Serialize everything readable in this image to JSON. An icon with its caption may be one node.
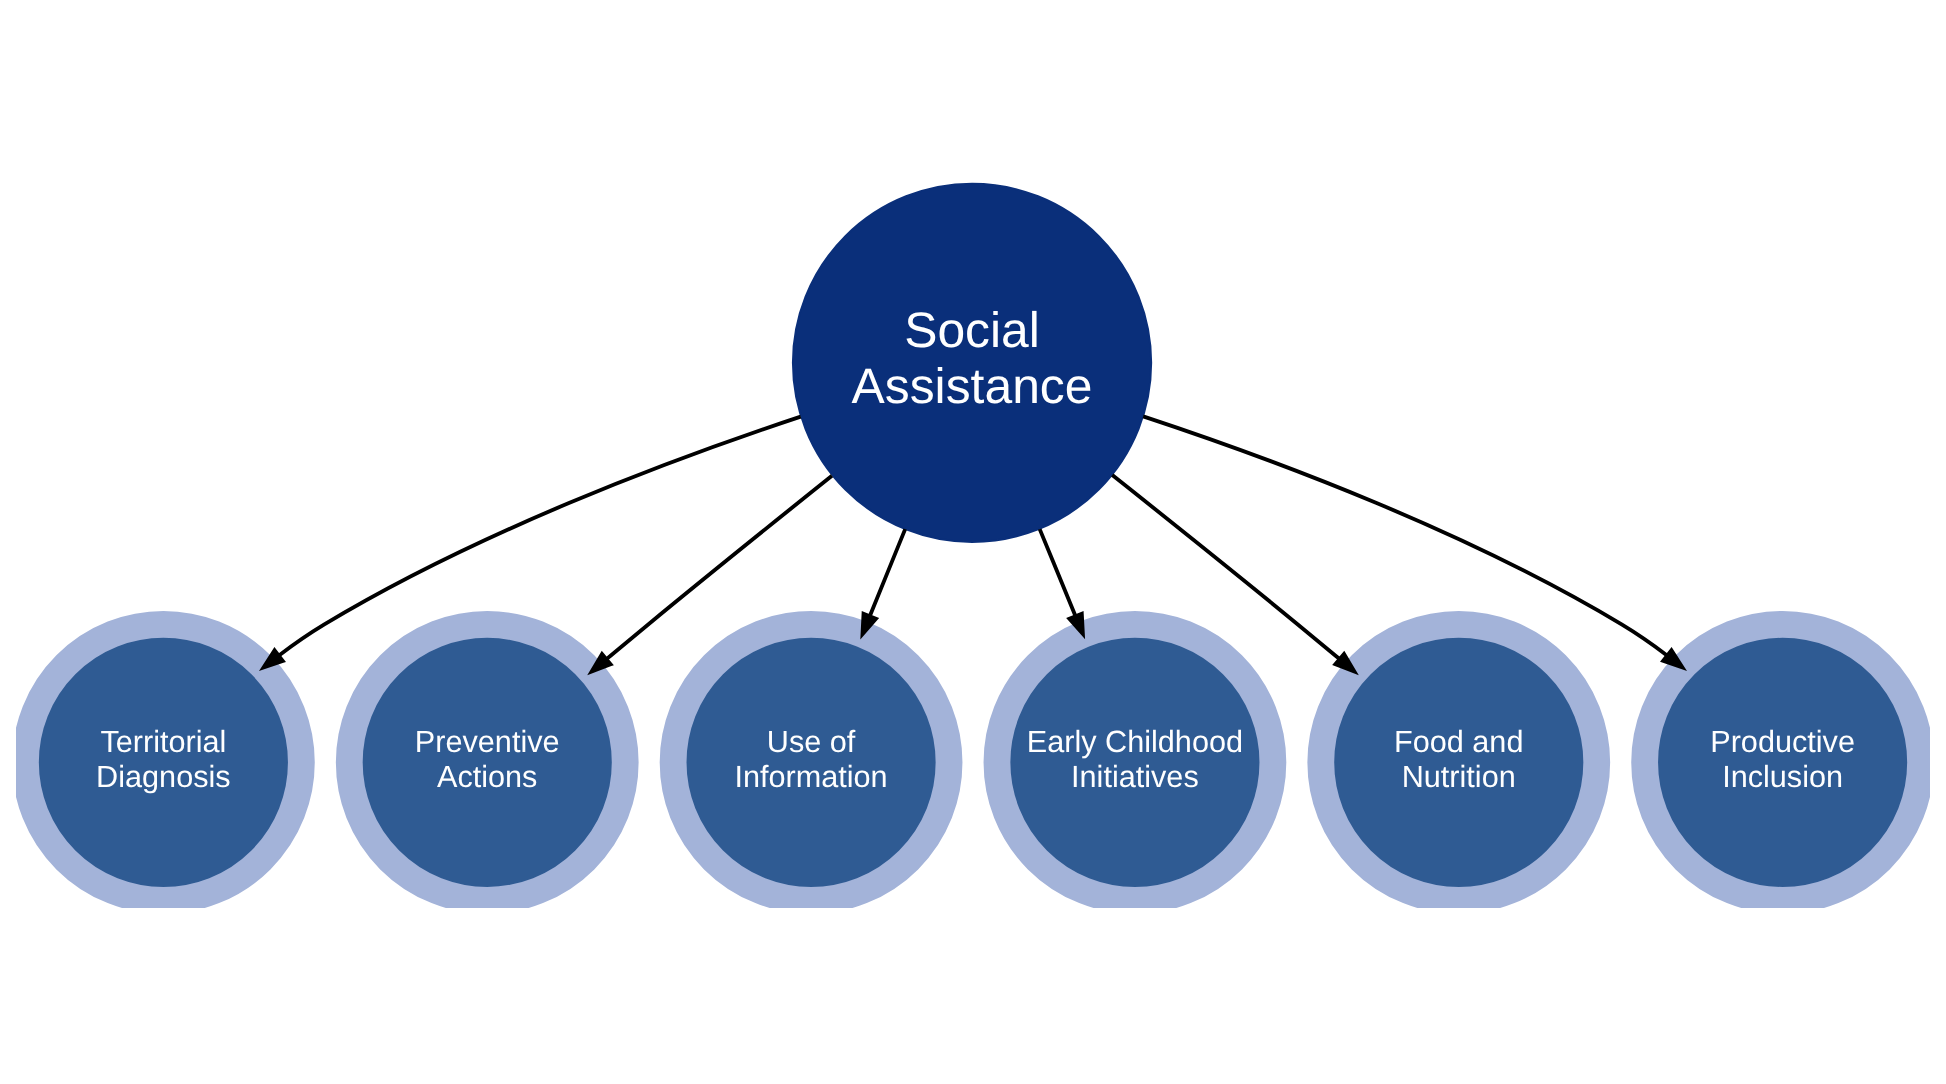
{
  "diagram": {
    "nodes": [
      {
        "text": [
          "Social Assistance"
        ]
      },
      {
        "text": [
          "Territorial Diagnosis"
        ]
      },
      {
        "text": [
          "Preventive Actions"
        ]
      },
      {
        "text": [
          "Use of Information"
        ]
      },
      {
        "text": [
          "Early Childhood Initiatives"
        ]
      },
      {
        "text": [
          "Food and Nutrition"
        ]
      },
      {
        "text": [
          "Productive Inclusion"
        ]
      }
    ],
    "edges": [
      {
        "from": 0,
        "to": 1,
        "arrow": "to"
      },
      {
        "from": 0,
        "to": 2,
        "arrow": "to"
      },
      {
        "from": 0,
        "to": 3,
        "arrow": "to"
      },
      {
        "from": 0,
        "to": 4,
        "arrow": "to"
      },
      {
        "from": 0,
        "to": 5,
        "arrow": "to"
      },
      {
        "from": 0,
        "to": 6,
        "arrow": "to"
      }
    ]
  }
}
